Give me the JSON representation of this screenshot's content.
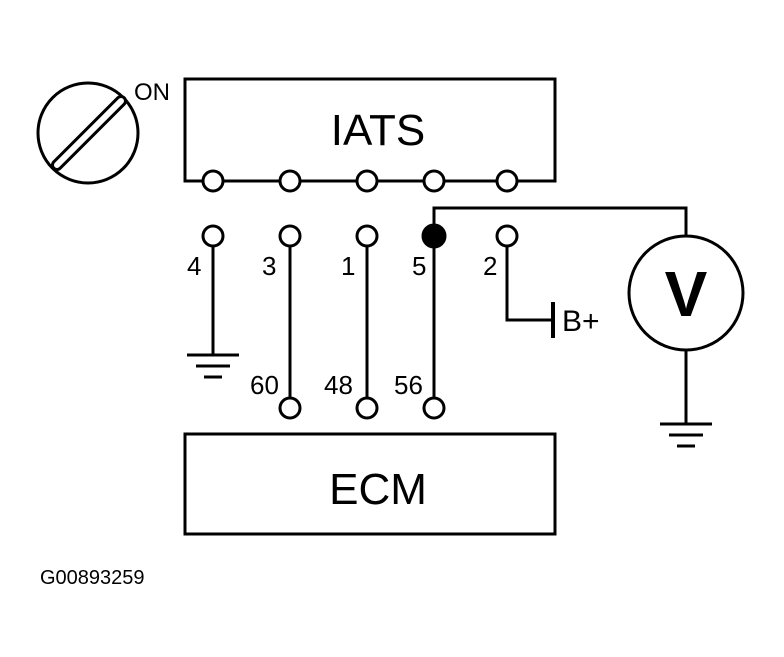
{
  "ignition": {
    "state_label": "ON"
  },
  "components": {
    "sensor": "IATS",
    "module": "ECM",
    "meter": "V",
    "battery": "B+"
  },
  "sensor_pins": [
    "4",
    "3",
    "1",
    "5",
    "2"
  ],
  "ecm_pins": [
    "60",
    "48",
    "56"
  ],
  "figure_id": "G00893259"
}
